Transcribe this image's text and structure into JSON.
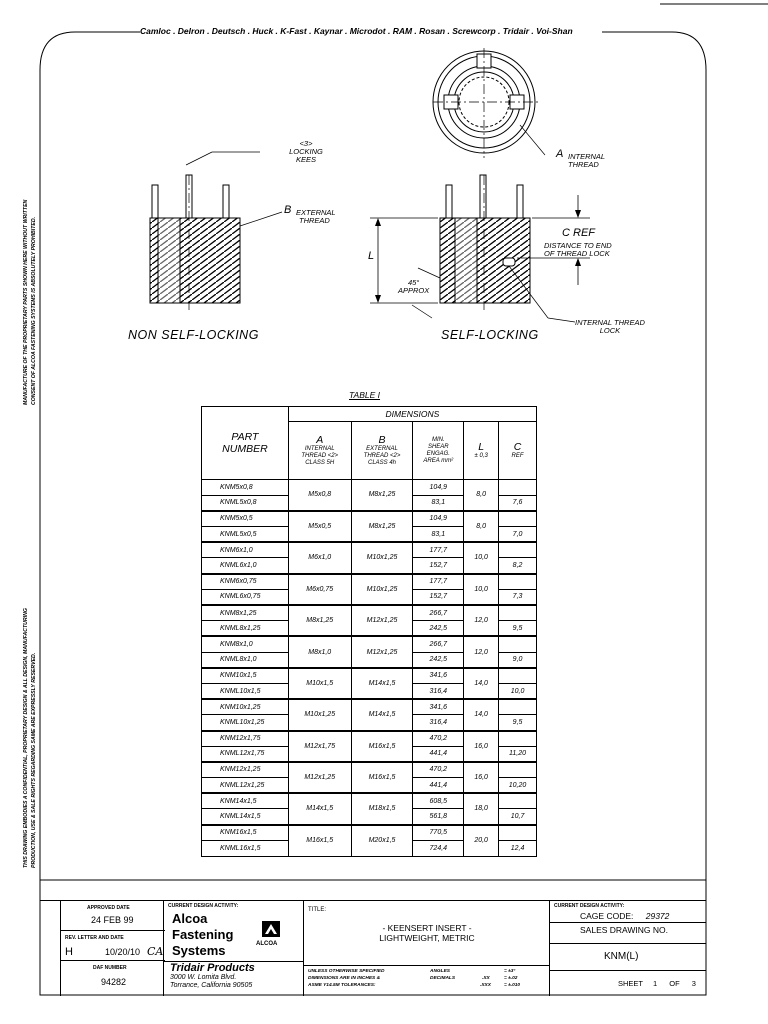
{
  "header": {
    "brands": "Camloc . Delron . Deutsch . Huck . K-Fast . Kaynar . Microdot . RAM . Rosan . Screwcorp . Tridair . Voi-Shan"
  },
  "side_notes": {
    "top_line1": "MANUFACTURE OF THE PROPRIETARY PARTS SHOWN HERE WITHOUT WRITTEN",
    "top_line2": "CONSENT OF ALCOA FASTENING SYSTEMS IS ABSOLUTELY PROHIBITED.",
    "bottom_line1": "THIS DRAWING EMBODIES A CONFIDENTIAL, PROPRIETARY DESIGN & ALL DESIGN, MANUFACTURING",
    "bottom_line2": "PRODUCTION, USE & SALE RIGHTS REGARDING SAME ARE EXPRESSLY RESERVED."
  },
  "drawing": {
    "locking_keys_l1": "<3>",
    "locking_keys_l2": "LOCKING",
    "locking_keys_l3": "KEES",
    "b_letter": "B",
    "b_l1": "EXTERNAL",
    "b_l2": "THREAD",
    "a_letter": "A",
    "a_l1": "INTERNAL",
    "a_l2": "THREAD",
    "c_ref": "C REF",
    "c_l1": "DISTANCE TO END",
    "c_l2": "OF THREAD LOCK",
    "l_letter": "L",
    "angle_l1": "45°",
    "angle_l2": "APPROX",
    "lock_l1": "INTERNAL THREAD",
    "lock_l2": "LOCK",
    "non_self_locking": "NON SELF-LOCKING",
    "self_locking": "SELF-LOCKING"
  },
  "table": {
    "caption": "TABLE I",
    "dimensions": "DIMENSIONS",
    "part_number": [
      "PART",
      "NUMBER"
    ],
    "col_a": [
      "A",
      "INTERNAL",
      "THREAD <2>",
      "CLASS 5H"
    ],
    "col_b": [
      "B",
      "EXTERNAL",
      "THREAD <2>",
      "CLASS 4h"
    ],
    "col_shear": [
      "MIN.",
      "SHEAR",
      "ENGAG.",
      "AREA mm²"
    ],
    "col_l": [
      "L",
      "± 0,3"
    ],
    "col_c": [
      "C",
      "REF"
    ],
    "groups": [
      {
        "p1": "KNM5x0,8",
        "p2": "KNML5x0,8",
        "a": "M5x0,8",
        "b": "M8x1,25",
        "s1": "104,9",
        "s2": "83,1",
        "l": "8,0",
        "c": "7,6"
      },
      {
        "p1": "KNM5x0,5",
        "p2": "KNML5x0,5",
        "a": "M5x0,5",
        "b": "M8x1,25",
        "s1": "104,9",
        "s2": "83,1",
        "l": "8,0",
        "c": "7,0"
      },
      {
        "p1": "KNM6x1,0",
        "p2": "KNML6x1,0",
        "a": "M6x1,0",
        "b": "M10x1,25",
        "s1": "177,7",
        "s2": "152,7",
        "l": "10,0",
        "c": "8,2"
      },
      {
        "p1": "KNM6x0,75",
        "p2": "KNML6x0,75",
        "a": "M6x0,75",
        "b": "M10x1,25",
        "s1": "177,7",
        "s2": "152,7",
        "l": "10,0",
        "c": "7,3"
      },
      {
        "p1": "KNM8x1,25",
        "p2": "KNML8x1,25",
        "a": "M8x1,25",
        "b": "M12x1,25",
        "s1": "266,7",
        "s2": "242,5",
        "l": "12,0",
        "c": "9,5"
      },
      {
        "p1": "KNM8x1,0",
        "p2": "KNML8x1,0",
        "a": "M8x1,0",
        "b": "M12x1,25",
        "s1": "266,7",
        "s2": "242,5",
        "l": "12,0",
        "c": "9,0"
      },
      {
        "p1": "KNM10x1,5",
        "p2": "KNML10x1,5",
        "a": "M10x1,5",
        "b": "M14x1,5",
        "s1": "341,6",
        "s2": "316,4",
        "l": "14,0",
        "c": "10,0"
      },
      {
        "p1": "KNM10x1,25",
        "p2": "KNML10x1,25",
        "a": "M10x1,25",
        "b": "M14x1,5",
        "s1": "341,6",
        "s2": "316,4",
        "l": "14,0",
        "c": "9,5"
      },
      {
        "p1": "KNM12x1,75",
        "p2": "KNML12x1,75",
        "a": "M12x1,75",
        "b": "M16x1,5",
        "s1": "470,2",
        "s2": "441,4",
        "l": "16,0",
        "c": "11,20"
      },
      {
        "p1": "KNM12x1,25",
        "p2": "KNML12x1,25",
        "a": "M12x1,25",
        "b": "M16x1,5",
        "s1": "470,2",
        "s2": "441,4",
        "l": "16,0",
        "c": "10,20"
      },
      {
        "p1": "KNM14x1,5",
        "p2": "KNML14x1,5",
        "a": "M14x1,5",
        "b": "M18x1,5",
        "s1": "608,5",
        "s2": "561,8",
        "l": "18,0",
        "c": "10,7"
      },
      {
        "p1": "KNM16x1,5",
        "p2": "KNML16x1,5",
        "a": "M16x1,5",
        "b": "M20x1,5",
        "s1": "770,5",
        "s2": "724,4",
        "l": "20,0",
        "c": "12,4"
      }
    ]
  },
  "title_block": {
    "approved_label": "APPROVED DATE",
    "approved_value": "24 FEB 99",
    "rev_label": "REV. LETTER AND DATE",
    "rev_letter": "H",
    "rev_date": "10/20/10",
    "rev_initials": "CA",
    "daf_label": "DAF NUMBER",
    "daf_value": "94282",
    "activity_label": "CURRENT DESIGN ACTIVITY:",
    "company_l1": "Alcoa",
    "company_l2": "Fastening",
    "company_l3": "Systems",
    "logo_text": "ALCOA",
    "division": "Tridair Products",
    "address_l1": "3000 W. Lomita Blvd.",
    "address_l2": "Torrance, California 90505",
    "title_label": "TITLE:",
    "title_l1": "- KEENSERT INSERT -",
    "title_l2": "LIGHTWEIGHT, METRIC",
    "tol_l1": "UNLESS OTHERWISE SPECIFIED",
    "tol_l2": "DIMENSIONS ARE IN INCHES &",
    "tol_l3": "ASME Y14.5M TOLERANCES:",
    "angles_label": "ANGLES",
    "angles_val": "= ±3°",
    "decimals_label": "DECIMALS",
    "dec2_label": ".XX",
    "dec2_val": "= ±.02",
    "dec3_label": ".XXX",
    "dec3_val": "= ±.010",
    "activity2_label": "CURRENT DESIGN ACTIVITY:",
    "cage_label": "CAGE CODE:",
    "cage_value": "29372",
    "sales_label": "SALES DRAWING NO.",
    "drawing_no": "KNM(L)",
    "sheet_label": "SHEET",
    "sheet_num": "1",
    "sheet_of": "OF",
    "sheet_total": "3"
  }
}
